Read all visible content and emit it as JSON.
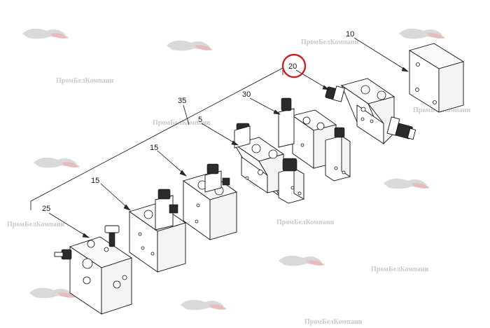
{
  "diagram": {
    "callouts": [
      {
        "id": "item-10",
        "label": "10"
      },
      {
        "id": "item-20",
        "label": "20",
        "highlighted": true
      },
      {
        "id": "item-30",
        "label": "30"
      },
      {
        "id": "item-35",
        "label": "35"
      },
      {
        "id": "item-5",
        "label": "5"
      },
      {
        "id": "item-15a",
        "label": "15"
      },
      {
        "id": "item-15b",
        "label": "15"
      },
      {
        "id": "item-25",
        "label": "25"
      }
    ],
    "highlight_color": "#cc1f1f",
    "watermark_text": "ПромБелКомпани"
  }
}
